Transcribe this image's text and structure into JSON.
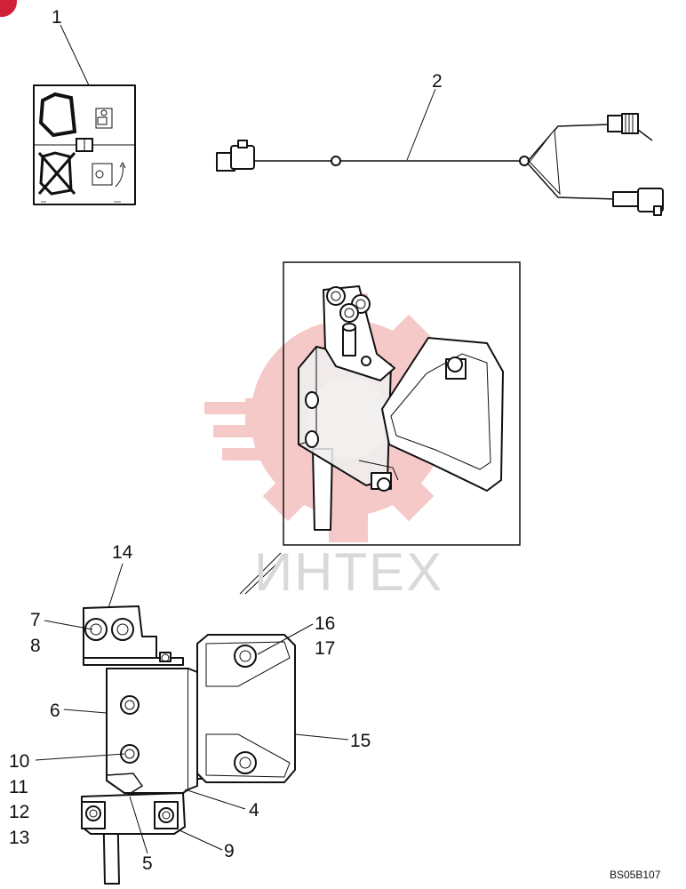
{
  "watermark": "ИНТЕХ",
  "corner_badge_color": "#d0203a",
  "watermark_gear_color": "#f4b7b7",
  "figure_code": "BS05B107",
  "callouts": {
    "c1": "1",
    "c2": "2",
    "c4": "4",
    "c5": "5",
    "c6": "6",
    "c7": "7",
    "c8": "8",
    "c9": "9",
    "c10": "10",
    "c11": "11",
    "c12": "12",
    "c13": "13",
    "c14": "14",
    "c15": "15",
    "c16": "16",
    "c17": "17"
  }
}
